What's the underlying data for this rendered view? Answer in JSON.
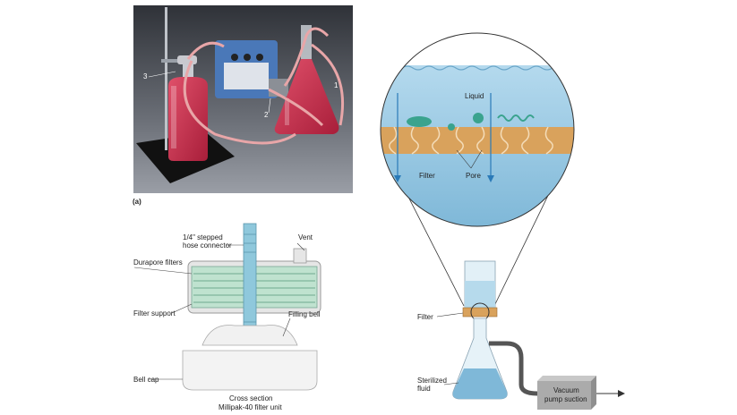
{
  "photo": {
    "num_1": "1",
    "num_2": "2",
    "num_3": "3",
    "panel_tag": "(a)"
  },
  "cross_section": {
    "hose_connector": "1/4\" stepped",
    "hose_connector_2": "hose connector",
    "vent": "Vent",
    "durapore": "Durapore filters",
    "filter_support": "Filter support",
    "filling_bell": "Filling bell",
    "bell_cap": "Bell cap",
    "caption_1": "Cross section",
    "caption_2": "Millipak-40 filter unit"
  },
  "vacuum": {
    "liquid": "Liquid",
    "filter_zoom": "Filter",
    "pore": "Pore",
    "filter": "Filter",
    "sterilized_1": "Sterilized",
    "sterilized_2": "fluid",
    "vacuum_1": "Vacuum",
    "vacuum_2": "pump suction"
  },
  "colors": {
    "liquid_red": "#c4304c",
    "liquid_blue": "#a9d4ea",
    "filter_tan": "#d9a25c",
    "photo_bg": "#4b4f57"
  }
}
